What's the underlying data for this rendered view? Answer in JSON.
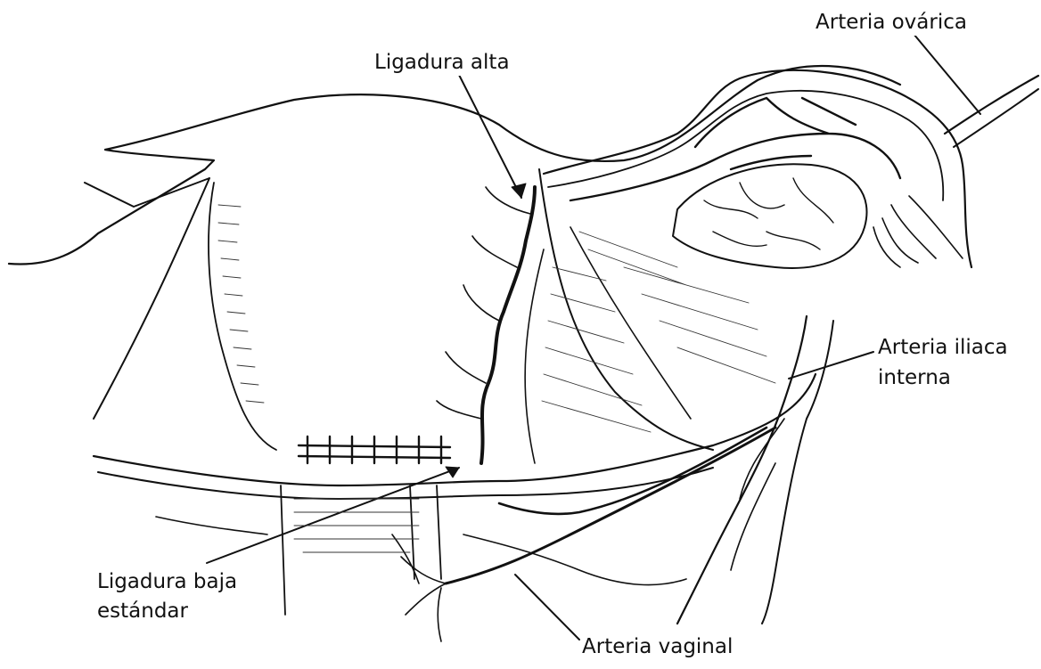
{
  "labels": {
    "arteria_ovarica": "Arteria ovárica",
    "ligadura_alta": "Ligadura alta",
    "arteria_iliaca_line1": "Arteria iliaca",
    "arteria_iliaca_line2": "interna",
    "ligadura_baja_line1": "Ligadura baja",
    "ligadura_baja_line2": "estándar",
    "arteria_vaginal": "Arteria vaginal"
  },
  "colors": {
    "ink": "#111111",
    "background": "#ffffff"
  }
}
